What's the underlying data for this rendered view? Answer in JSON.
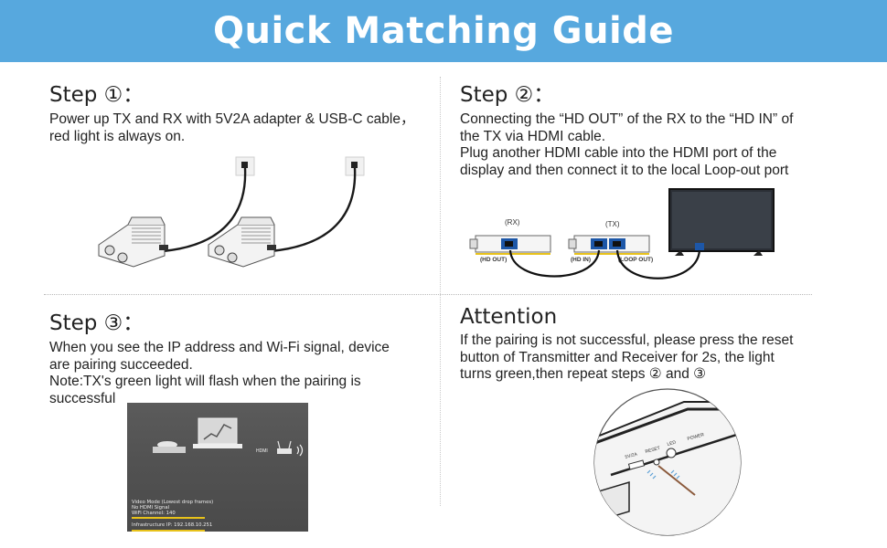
{
  "header": {
    "title": "Quick Matching Guide"
  },
  "step1": {
    "title": "Step ①：",
    "lines": [
      "Power up TX and RX with 5V2A adapter & USB-C  cable，",
      "red  light is always on."
    ]
  },
  "step2": {
    "title": "Step ②：",
    "lines": [
      "Connecting the “HD OUT” of the RX to the “HD IN” of",
      "the TX via HDMI cable.",
      "Plug another HDMI cable into the HDMI port of the",
      "display and then connect it to the local Loop-out port"
    ],
    "labels": {
      "rx": "(RX)",
      "tx": "(TX)",
      "hd_out": "(HD OUT)",
      "hd_in": "(HD IN)",
      "loop_out": "(LOOP OUT)"
    }
  },
  "step3": {
    "title": "Step ③：",
    "lines": [
      "When you see the IP address and Wi-Fi signal, device",
      "are pairing succeeded.",
      "Note:TX's green light will flash when the pairing is",
      "successful"
    ],
    "screen": {
      "status_lines": [
        "Video Mode (Lowest drop frames)",
        "No HDMI Signal",
        "WiFi Channel: 140"
      ],
      "ip_line": "Infrastructure IP: 192.168.10.251",
      "hdmi_badge": "HDMI"
    }
  },
  "attention": {
    "title": "Attention",
    "lines": [
      "If the pairing is not successful, please press the reset",
      "button of Transmitter and Receiver for 2s, the light",
      "turns green,then repeat steps ② and ③"
    ],
    "device_labels": {
      "usb": "5V/2A",
      "reset": "RESET",
      "led": "LED",
      "power": "POWER"
    }
  },
  "colors": {
    "banner": "#57a8de",
    "accent_yellow": "#e8c21a",
    "screen_bg": "#555555"
  }
}
